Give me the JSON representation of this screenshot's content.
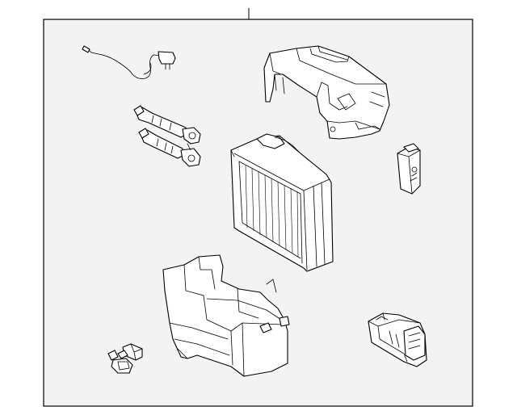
{
  "diagram": {
    "background": "#ffffff",
    "panel_fill": "#f3f3f3",
    "line_color": "#000000",
    "parts": [
      {
        "id": "wire-harness",
        "icon": "sensor-wire-icon"
      },
      {
        "id": "upper-case",
        "icon": "housing-icon"
      },
      {
        "id": "expansion-valves",
        "icon": "valve-icon"
      },
      {
        "id": "resistor",
        "icon": "resistor-icon"
      },
      {
        "id": "evaporator-core",
        "icon": "evaporator-icon"
      },
      {
        "id": "lower-case",
        "icon": "housing-icon"
      },
      {
        "id": "clips",
        "icon": "clip-icon"
      },
      {
        "id": "servo-motor",
        "icon": "motor-icon"
      }
    ]
  }
}
